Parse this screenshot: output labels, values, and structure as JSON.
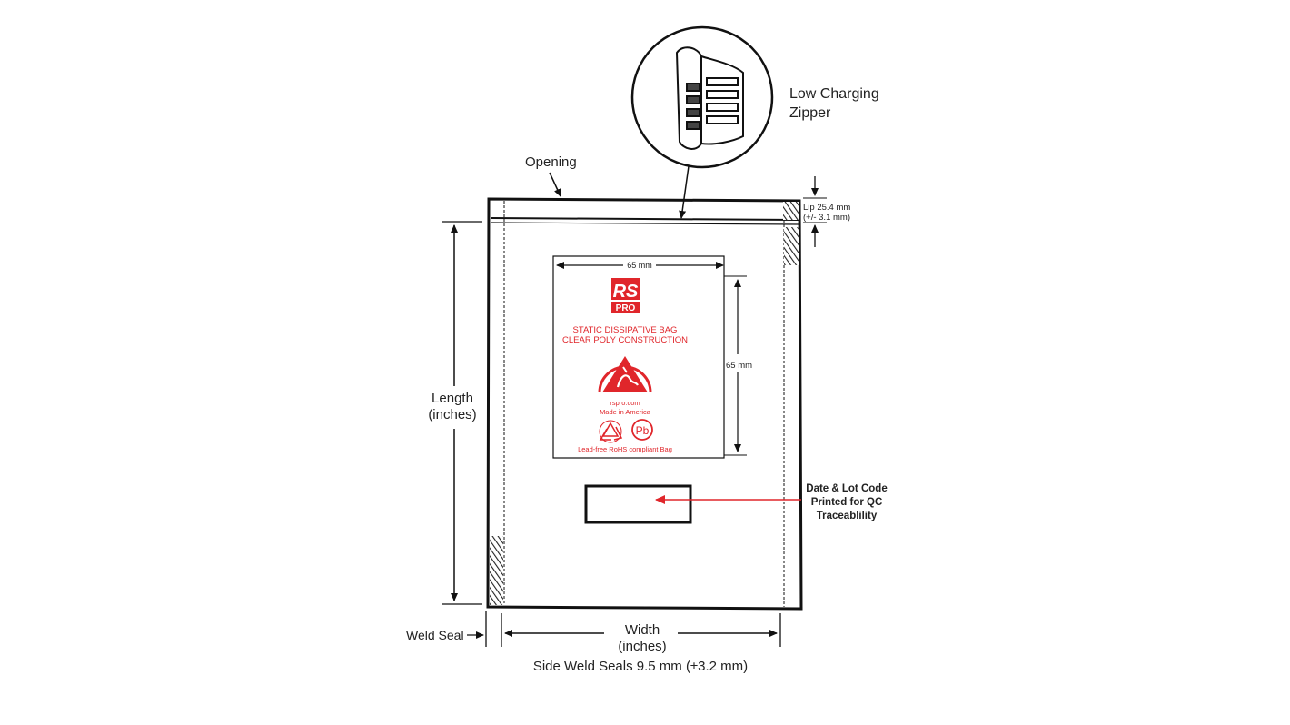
{
  "labels": {
    "zipper_line1": "Low Charging",
    "zipper_line2": "Zipper",
    "opening": "Opening",
    "lip_line1": "Lip 25.4 mm",
    "lip_line2": "(+/- 3.1 mm)",
    "length_line1": "Length",
    "length_line2": "(inches)",
    "width_line1": "Width",
    "width_line2": "(inches)",
    "weld_seal": "Weld Seal",
    "side_weld": "Side Weld Seals 9.5 mm (±3.2 mm)",
    "label_width": "65 mm",
    "label_height": "65 mm",
    "date_line1": "Date & Lot Code",
    "date_line2": "Printed for QC",
    "date_line3": "Traceablility"
  },
  "bag_label": {
    "logo_top": "RS",
    "logo_bottom": "PRO",
    "title_line1": "STATIC DISSIPATIVE BAG",
    "title_line2": "CLEAR POLY CONSTRUCTION",
    "website": "rspro.com",
    "made_in": "Made in America",
    "pb_symbol": "Pb",
    "footer": "Lead-free RoHS compliant Bag"
  },
  "colors": {
    "accent_red": "#e0262b",
    "ink": "#111111"
  },
  "icons": [
    "zipper-detail-icon",
    "esd-warning-icon",
    "recycle-icon",
    "lead-free-icon"
  ]
}
